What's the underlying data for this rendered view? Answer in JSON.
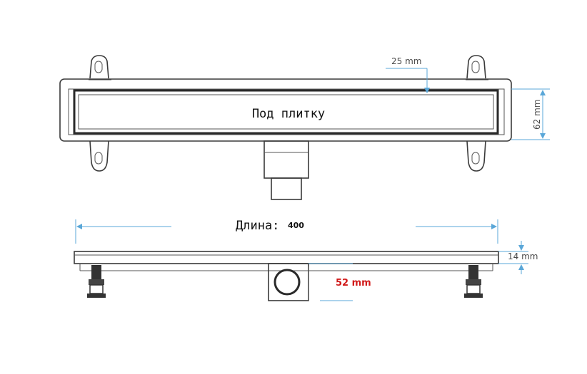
{
  "top_view": {
    "cover_label": "Под плитку",
    "dim_top": "25 mm",
    "dim_right": "62 mm"
  },
  "side_view": {
    "length_label": "Длина:",
    "length_value": "400",
    "dim_thickness": "14 mm",
    "dim_outlet": "52 mm"
  },
  "colors": {
    "dimension_line": "#5aa7d8",
    "outlet_dimension_text": "#d11a1a"
  }
}
